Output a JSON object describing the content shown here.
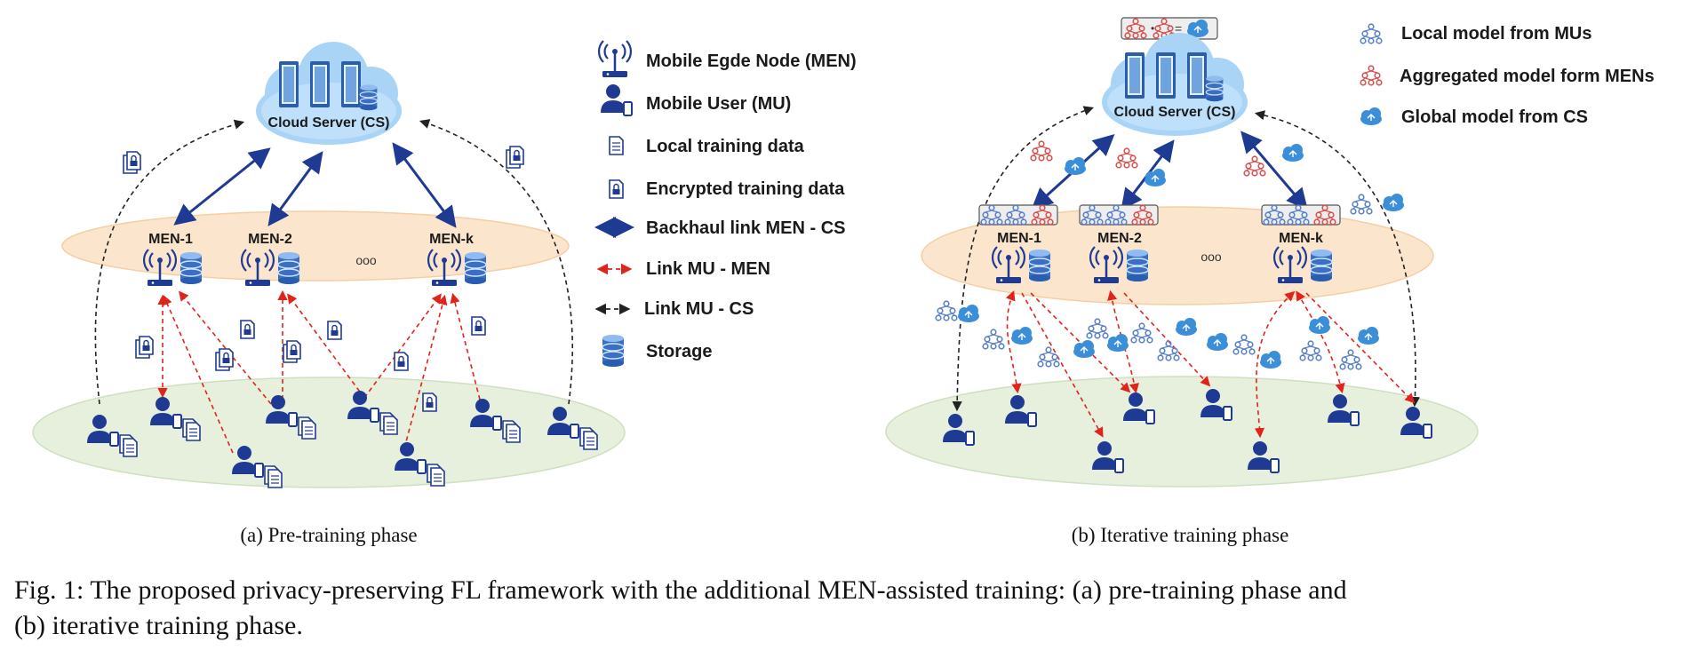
{
  "panel_a": {
    "cloud_label": "Cloud Server (CS)",
    "men_labels": [
      "MEN-1",
      "MEN-2",
      "MEN-k"
    ],
    "dots": "ooo",
    "subcaption": "(a) Pre-training phase"
  },
  "panel_b": {
    "cloud_label": "Cloud Server (CS)",
    "men_labels": [
      "MEN-1",
      "MEN-2",
      "MEN-k"
    ],
    "dots": "ooo",
    "subcaption": "(b) Iterative training phase"
  },
  "legend_left": [
    {
      "icon": "antenna-icon",
      "label": "Mobile Egde Node (MEN)"
    },
    {
      "icon": "user-icon",
      "label": "Mobile User (MU)"
    },
    {
      "icon": "document-icon",
      "label": "Local training data"
    },
    {
      "icon": "encrypted-document-icon",
      "label": "Encrypted training data"
    },
    {
      "icon": "blue-double-arrow",
      "label": "Backhaul link MEN - CS"
    },
    {
      "icon": "red-dashed-arrow",
      "label": "Link MU - MEN"
    },
    {
      "icon": "black-dashed-arrow",
      "label": "Link MU - CS"
    },
    {
      "icon": "storage-icon",
      "label": "Storage"
    }
  ],
  "legend_right": [
    {
      "icon": "local-model-icon",
      "label": "Local model from MUs"
    },
    {
      "icon": "aggregated-model-icon",
      "label": "Aggregated model form MENs"
    },
    {
      "icon": "global-model-icon",
      "label": "Global model from CS"
    }
  ],
  "caption": {
    "line1": "Fig. 1: The proposed privacy-preserving FL framework with the additional MEN-assisted training: (a) pre-training phase and",
    "line2": "(b) iterative training phase."
  },
  "colors": {
    "blue": "#1f3a93",
    "red": "#e0241b",
    "cloud": "#a9d4f5",
    "edge_ellipse": "#fbe5cd",
    "user_ellipse": "#e6f0dc",
    "local_model": "#5b82c9",
    "aggregated_model": "#d9534f",
    "global_model": "#3b8fd9"
  }
}
